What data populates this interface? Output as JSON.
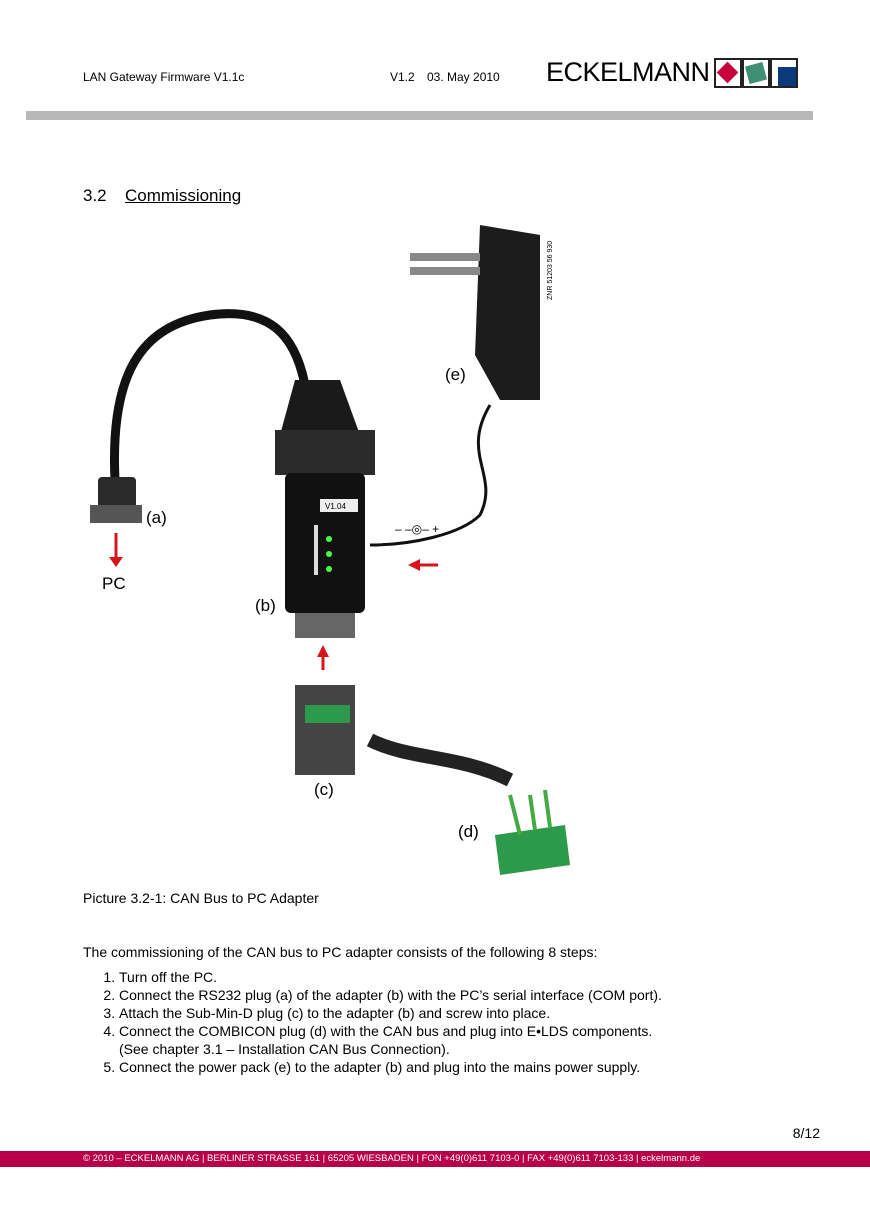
{
  "header": {
    "doc_title": "LAN Gateway Firmware V1.1c",
    "version": "V1.2",
    "date": "03. May 2010",
    "logo_text": "ECKELMANN",
    "logo_colors": [
      "#c8003c",
      "#3f8f74",
      "#0a3a7a"
    ]
  },
  "section": {
    "number": "3.2",
    "title": "Commissioning"
  },
  "picture": {
    "labels": {
      "a": "(a)",
      "pc": "PC",
      "b": "(b)",
      "c": "(c)",
      "d": "(d)",
      "e": "(e)",
      "version": "V1.04",
      "znr": "ZNR 51203 56 930",
      "polarity": "– –◎– +"
    },
    "caption": "Picture 3.2-1: CAN Bus to PC Adapter"
  },
  "body": {
    "intro": "The commissioning of the CAN bus to PC adapter consists of the following 8 steps:",
    "steps": [
      "Turn off the PC.",
      "Connect the RS232 plug (a) of the adapter (b) with the PC’s serial interface (COM port).",
      "Attach the Sub-Min-D plug (c) to the adapter (b) and screw into place.",
      "Connect the COMBICON plug (d) with the CAN bus and plug into E•LDS components.",
      "Connect the power pack (e) to the adapter (b) and plug into the mains power supply."
    ],
    "step4_note": "(See chapter 3.1 – Installation CAN Bus Connection)."
  },
  "page_number": "8/12",
  "footer": {
    "text": "© 2010 – ECKELMANN AG | BERLINER STRASSE 161 | 65205 WIESBADEN | FON +49(0)611 7103-0 | FAX +49(0)611 7103-133 | eckelmann.de",
    "color": "#b8004a"
  }
}
